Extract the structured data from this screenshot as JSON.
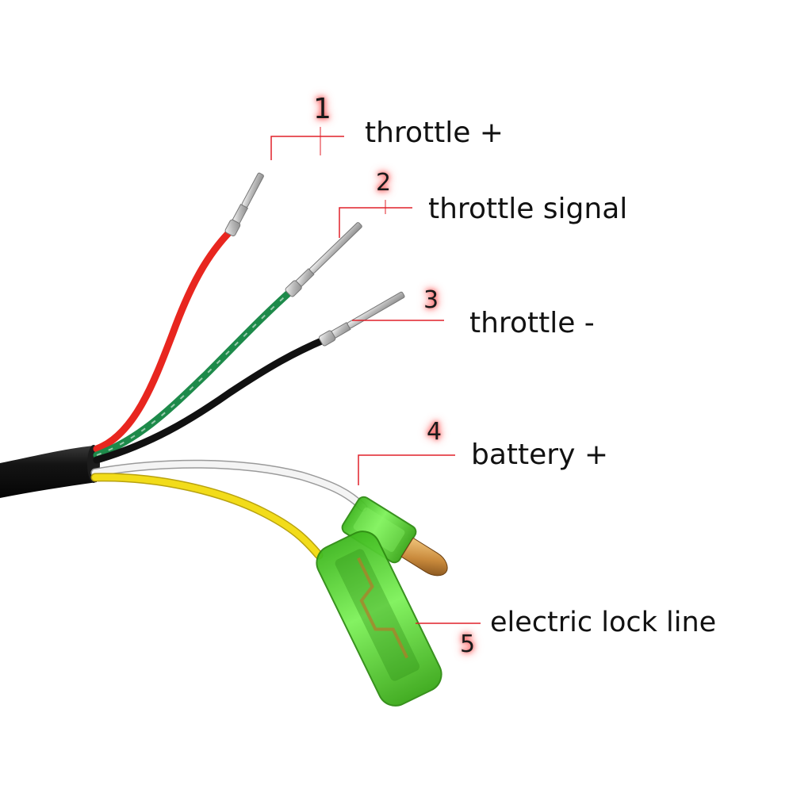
{
  "labels": [
    {
      "number": "1",
      "text": "throttle +",
      "wire_color": "#e8261f"
    },
    {
      "number": "2",
      "text": "throttle signal",
      "wire_color": "#1d8a4a"
    },
    {
      "number": "3",
      "text": "throttle -",
      "wire_color": "#111111"
    },
    {
      "number": "4",
      "text": "battery +",
      "wire_color": "#f2f2f2"
    },
    {
      "number": "5",
      "text": "electric lock line",
      "wire_color": "#f2dc1a"
    }
  ],
  "colors": {
    "leader_line": "#e0202a",
    "number_glow": "#ff5a5a",
    "cable_jacket": "#111111",
    "connector_housing": "#5fd83a",
    "bullet_pin": "#c98a3c",
    "terminal_metal": "#c8c8c8"
  }
}
